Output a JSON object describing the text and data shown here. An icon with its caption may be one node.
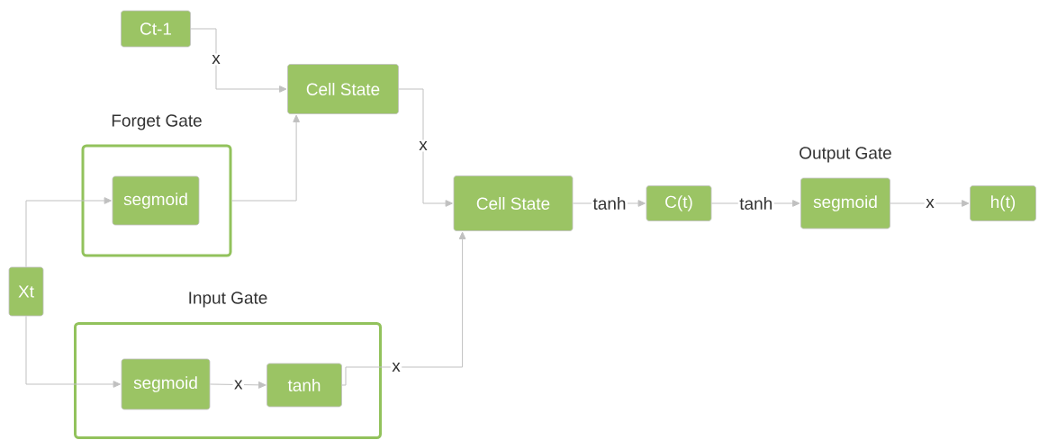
{
  "diagram": {
    "nodes": [
      {
        "text": [
          "Ct-1"
        ]
      },
      {
        "text": [
          "Cell State"
        ]
      },
      {
        "text": [
          "Forget Gate"
        ]
      },
      {
        "text": [
          "segmoid"
        ],
        "in": 2
      },
      {
        "text": [
          "Xt"
        ]
      },
      {
        "text": [
          "Input Gate"
        ]
      },
      {
        "text": [
          "segmoid"
        ],
        "in": 5
      },
      {
        "text": [
          "tanh"
        ],
        "in": 5
      },
      {
        "text": [
          "Cell State"
        ]
      },
      {
        "text": [
          "C(t)"
        ]
      },
      {
        "text": [
          "segmoid"
        ],
        "beside": [
          "Output Gate"
        ]
      },
      {
        "text": [
          "h(t)"
        ]
      }
    ],
    "edges": [
      {
        "from": 0,
        "to": 1,
        "arrow": "to",
        "label": "x"
      },
      {
        "from": 2,
        "to": 1,
        "arrow": "to"
      },
      {
        "from": 1,
        "to": 8,
        "arrow": "to",
        "label": "x"
      },
      {
        "from": 4,
        "to": 3,
        "arrow": "to"
      },
      {
        "from": 4,
        "to": 6,
        "arrow": "to"
      },
      {
        "from": 6,
        "to": 7,
        "arrow": "to",
        "label": "x"
      },
      {
        "from": 7,
        "to": 8,
        "arrow": "to",
        "label": "x"
      },
      {
        "from": 8,
        "to": 9,
        "arrow": "to",
        "label": "tanh"
      },
      {
        "from": 9,
        "to": 10,
        "arrow": "to",
        "label": "tanh"
      },
      {
        "from": 10,
        "to": 11,
        "arrow": "to",
        "label": "x"
      }
    ]
  }
}
